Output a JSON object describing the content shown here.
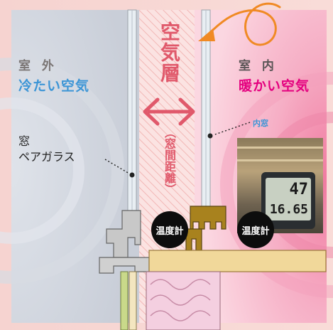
{
  "labels": {
    "outside_title": "室 外",
    "outside_sub": "冷たい空気",
    "inside_title": "室 内",
    "inside_sub": "暖かい空気",
    "air_layer": "空気層",
    "window_distance": "（窓間距離）",
    "window_line1": "窓",
    "window_line2": "ペアガラス",
    "inner_window": "内窓",
    "thermometer": "温度計"
  },
  "photo_display": {
    "top_value": "47",
    "bottom_value": "16.65"
  },
  "colors": {
    "cold": "#3c95d6",
    "warm": "#e4007f",
    "air_layer": "#e0596b",
    "arrow": "#f08a24"
  },
  "icons": {
    "arrow": "curved-arrow-icon",
    "double_arrow": "double-arrow-icon"
  }
}
